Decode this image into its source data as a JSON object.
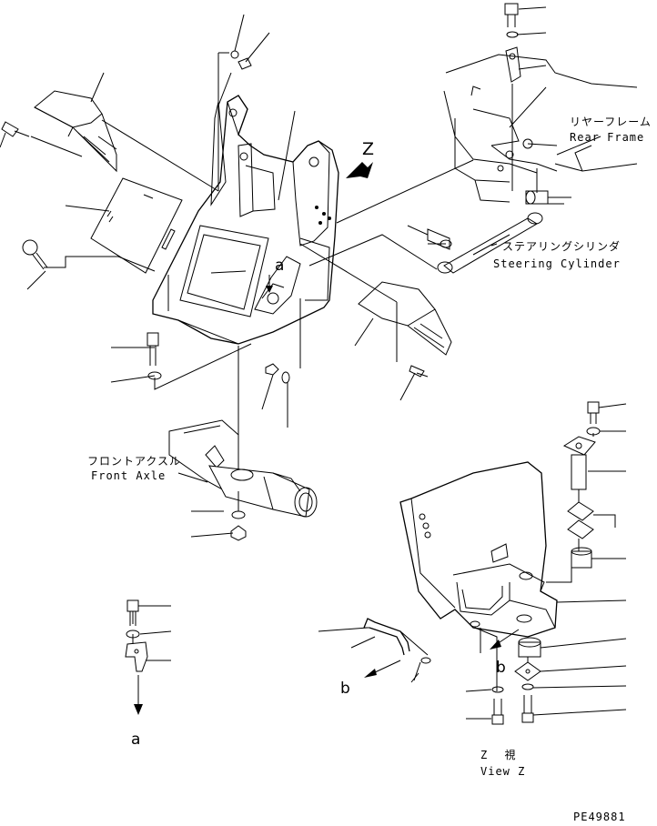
{
  "labels": {
    "rear_frame_jp": "リヤーフレーム",
    "rear_frame_en": "Rear Frame",
    "steering_cyl_jp": "ステアリングシリンダ",
    "steering_cyl_en": "Steering Cylinder",
    "front_axle_jp": "フロントアクスル",
    "front_axle_en": "Front Axle",
    "view_jp": "Z 視",
    "view_en": "View Z",
    "view_letter": "Z",
    "ref_a": "a",
    "ref_b": "b",
    "drawing_code": "PE49881"
  }
}
